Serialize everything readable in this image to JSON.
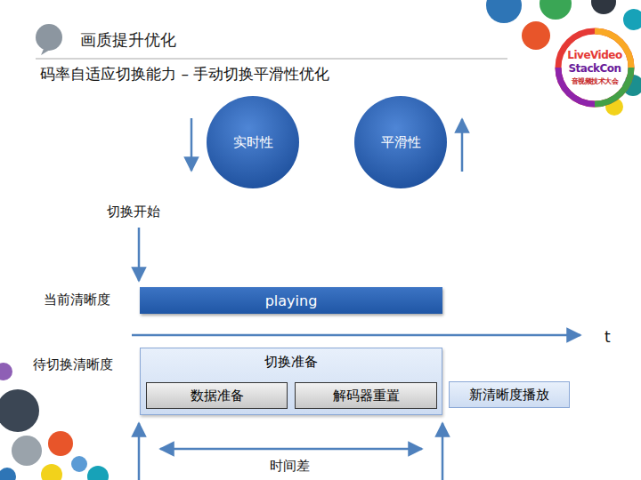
{
  "diagram": {
    "title": "画质提升优化",
    "nodes": [
      {
        "text": [
          "实时性"
        ]
      },
      {
        "text": [
          "平滑性"
        ]
      },
      {
        "text": [
          "playing"
        ]
      },
      {
        "text": [
          "切换准备"
        ]
      },
      {
        "text": [
          "数据准备"
        ],
        "in": 3
      },
      {
        "text": [
          "解码器重置"
        ],
        "in": 3
      },
      {
        "text": [
          "新清晰度播放"
        ]
      }
    ],
    "labels": [
      "码率自适应切换能力 – 手动切换平滑性优化",
      "切换开始",
      "当前清晰度",
      "t",
      "待切换清晰度",
      "时间差",
      "LiveVideo",
      "StackCon",
      "音视频技术大会"
    ]
  }
}
